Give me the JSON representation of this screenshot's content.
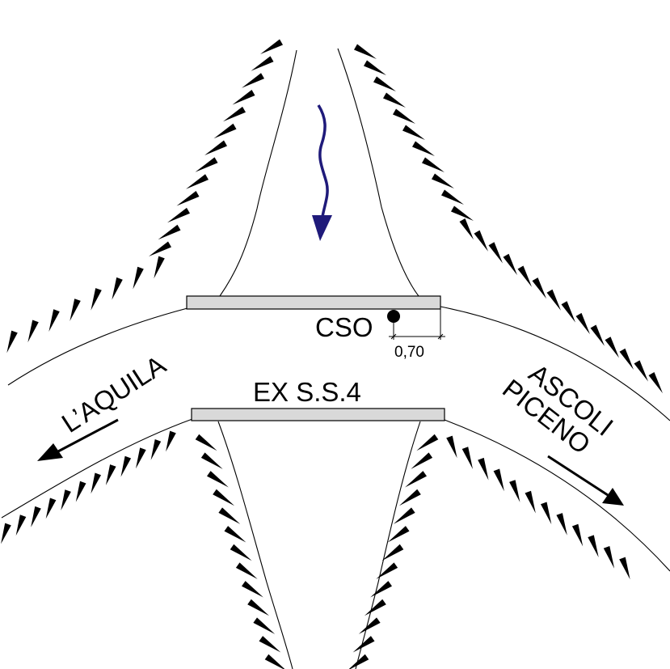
{
  "labels": {
    "cso": "CSO",
    "offset": "0,70",
    "road": "EX S.S.4",
    "west": "L’AQUILA",
    "east_line1": "ASCOLI",
    "east_line2": "PICENO"
  },
  "colors": {
    "line": "#000000",
    "deck_fill": "#d9d9d9",
    "flow_arrow": "#1f1a7a"
  },
  "icons": {
    "flow": "flow-direction-arrow-icon",
    "west": "arrow-left-icon",
    "east": "arrow-right-icon",
    "cso": "cso-point-icon"
  }
}
